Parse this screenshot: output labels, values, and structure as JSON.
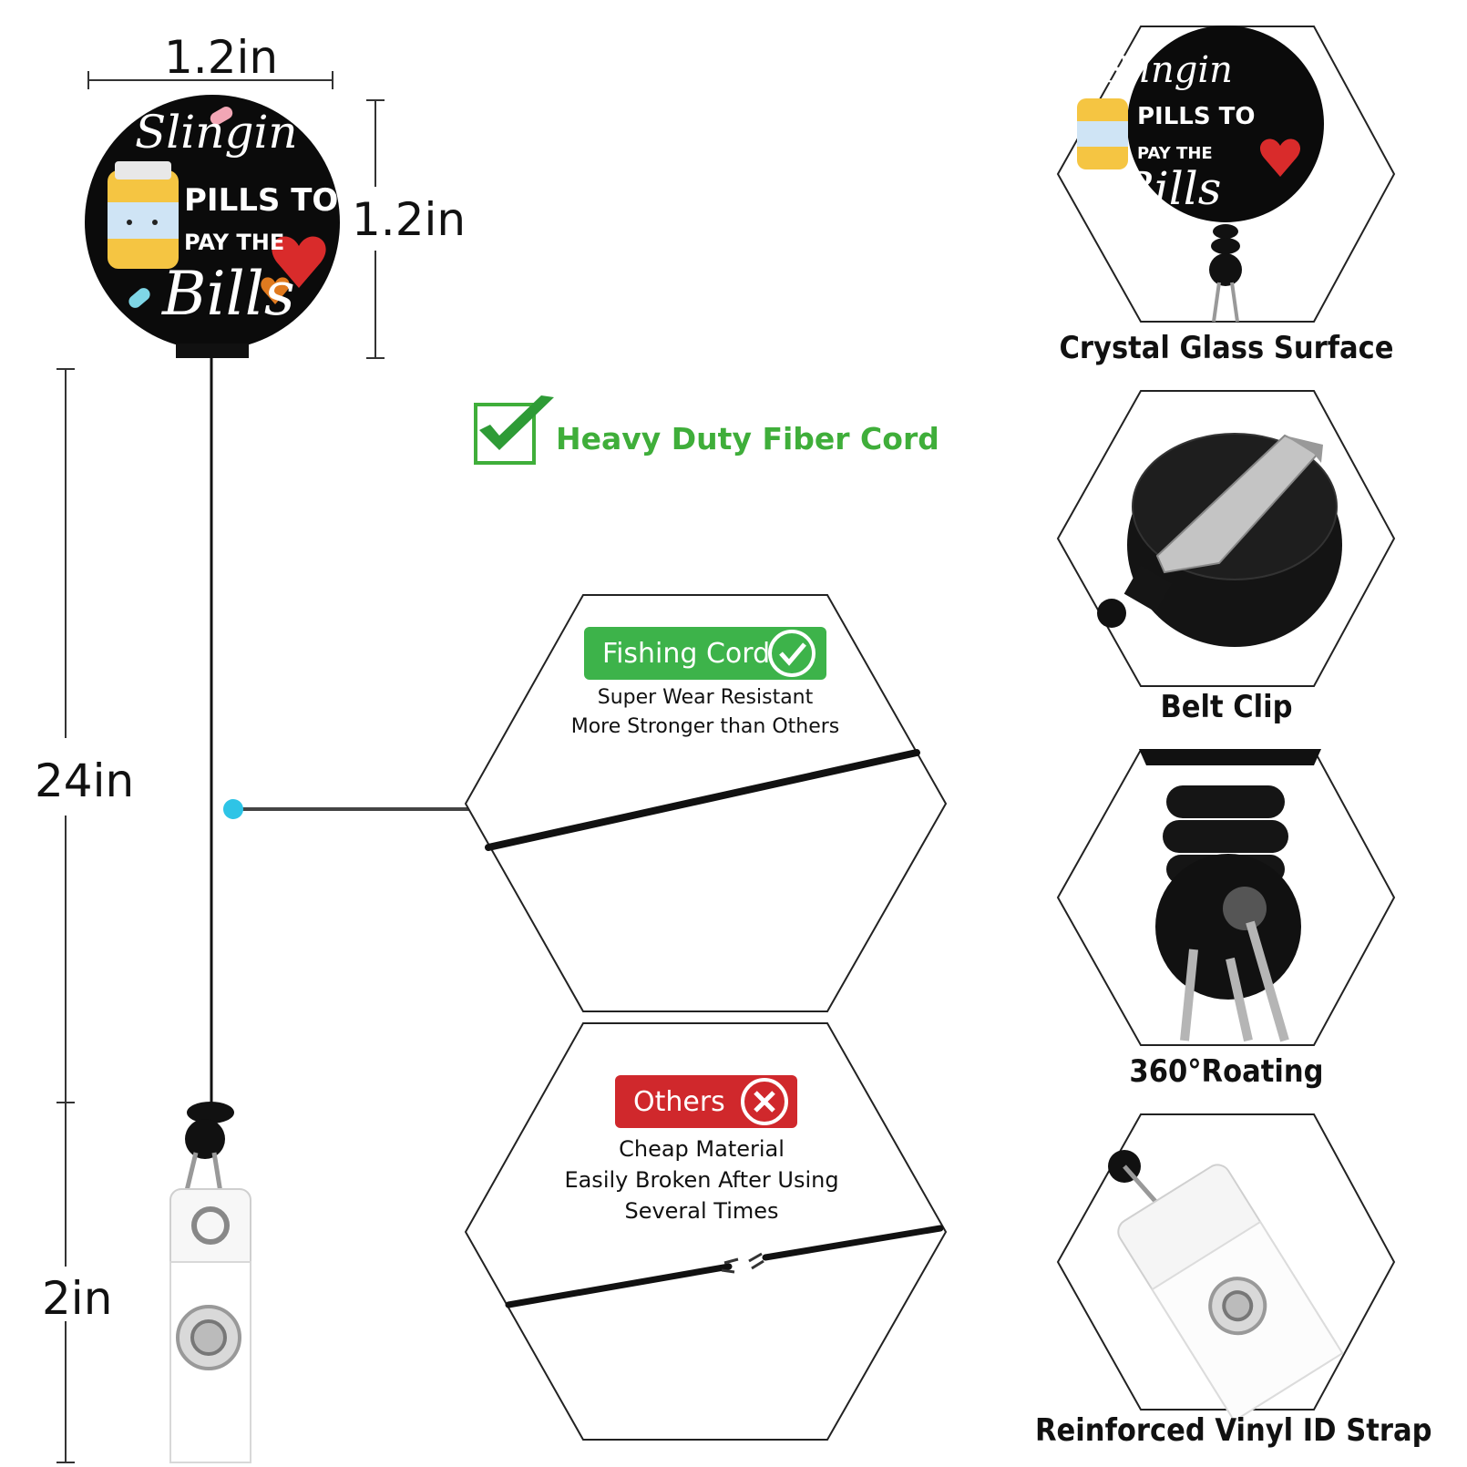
{
  "dimensions": {
    "badge_width": "1.2in",
    "badge_height": "1.2in",
    "cord_length": "24in",
    "strap_length": "2in"
  },
  "badge_art": {
    "line1": "Slingin",
    "line2": "PILLS TO",
    "line3": "PAY THE",
    "line4": "Bills"
  },
  "headline": {
    "text": "Heavy Duty Fiber Cord",
    "color": "#3fae3a"
  },
  "comparison": {
    "good": {
      "label": "Fishing Cord",
      "line1": "Super Wear Resistant",
      "line2": "More Stronger than Others",
      "color": "#3db34a"
    },
    "bad": {
      "label": "Others",
      "line1": "Cheap Material",
      "line2": "Easily Broken After Using",
      "line3": "Several Times",
      "color": "#d0282c"
    }
  },
  "features": [
    {
      "caption": "Crystal Glass Surface",
      "icon": "badge-reel-icon"
    },
    {
      "caption": "Belt Clip",
      "icon": "belt-clip-icon"
    },
    {
      "caption": "360°Roating",
      "icon": "swivel-icon"
    },
    {
      "caption": "Reinforced Vinyl ID Strap",
      "icon": "vinyl-strap-icon"
    }
  ],
  "accent_dot_color": "#2ec4e6"
}
